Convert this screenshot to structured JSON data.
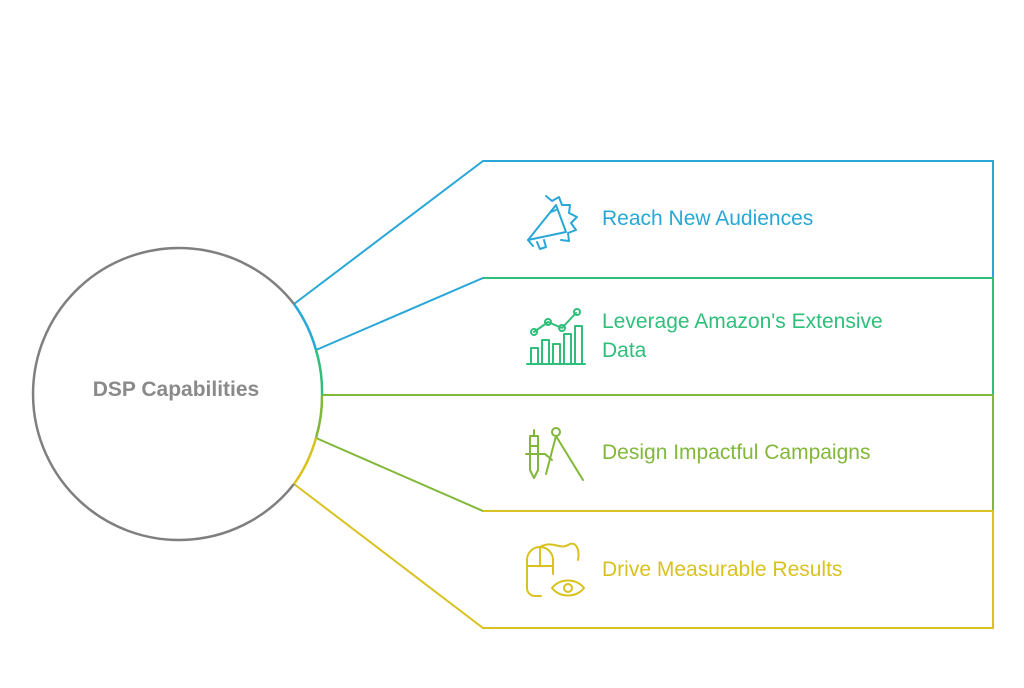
{
  "center": {
    "label": "DSP Capabilities",
    "stroke": "#7f7f7f"
  },
  "items": [
    {
      "label": "Reach New Audiences",
      "icon": "megaphone-icon",
      "color": "#29a7d6"
    },
    {
      "label": "Leverage Amazon's Extensive Data",
      "icon": "growth-chart-icon",
      "color": "#2fbf7a"
    },
    {
      "label": "Design Impactful Campaigns",
      "icon": "design-tools-icon",
      "color": "#82b83a"
    },
    {
      "label": "Drive Measurable Results",
      "icon": "mouse-eye-icon",
      "color": "#d9c21f"
    }
  ]
}
